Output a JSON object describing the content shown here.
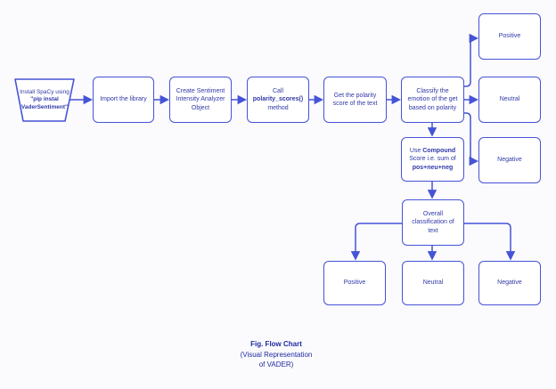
{
  "colors": {
    "line": "#4553d6",
    "node_text": "#3038a8",
    "caption_text": "#202aa0",
    "background": "#fbfbfd",
    "node_fill": "#ffffff"
  },
  "nodes": {
    "install": {
      "regular": "Install SpaCy using",
      "bold": "\"pip instal VaderSentiment\""
    },
    "import_lib": {
      "label": "Import the library"
    },
    "create_analyzer": {
      "label": "Create Sentiment Intensity Analyzer Object"
    },
    "call_method": {
      "regular1": "Call",
      "bold": "polarity_scores()",
      "regular2": "method"
    },
    "get_score": {
      "label": "Get the polarity score of the text"
    },
    "classify": {
      "label": "Classify the emotion of the get based on polarity"
    },
    "right_positive": {
      "label": "Positive"
    },
    "right_neutral": {
      "label": "Neutral"
    },
    "right_negative": {
      "label": "Negative"
    },
    "compound": {
      "regular1": "Use",
      "bold1": "Compound",
      "regular2": "Score i.e. sum of",
      "bold2": "pos+neu+neg"
    },
    "overall": {
      "label": "Overall classification of text"
    },
    "bottom_positive": {
      "label": "Positive"
    },
    "bottom_neutral": {
      "label": "Neutral"
    },
    "bottom_negative": {
      "label": "Negative"
    }
  },
  "caption": {
    "title": "Fig. Flow Chart",
    "line2": "(Visual Representation",
    "line3": "of VADER)"
  }
}
